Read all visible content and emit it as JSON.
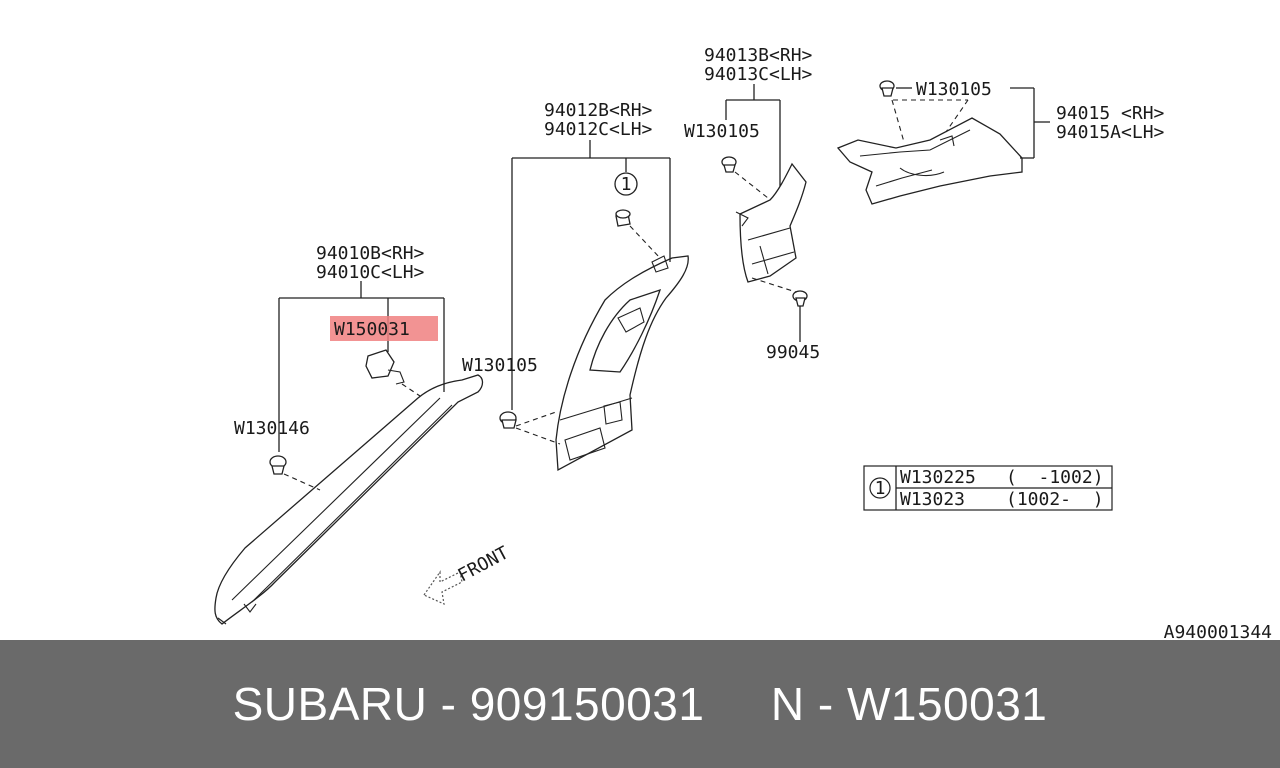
{
  "diagram": {
    "labels": {
      "p94010": [
        "94010B<RH>",
        "94010C<LH>"
      ],
      "p94012": [
        "94012B<RH>",
        "94012C<LH>"
      ],
      "p94013": [
        "94013B<RH>",
        "94013C<LH>"
      ],
      "p94015": [
        "94015 <RH>",
        "94015A<LH>"
      ],
      "w150031": "W150031",
      "w130146": "W130146",
      "w130105_a": "W130105",
      "w130105_b": "W130105",
      "w130105_c": "W130105",
      "n99045": "99045",
      "callout": "1",
      "front": "FRONT",
      "figure_code": "A940001344"
    },
    "highlight_color": "#f08080",
    "table": {
      "ref": "1",
      "rows": [
        {
          "part": "W130225",
          "range": "(  -1002)"
        },
        {
          "part": "W13023",
          "range": "(1002-  )"
        }
      ]
    }
  },
  "footer": {
    "text": "SUBARU - 909150031     N - W150031"
  }
}
